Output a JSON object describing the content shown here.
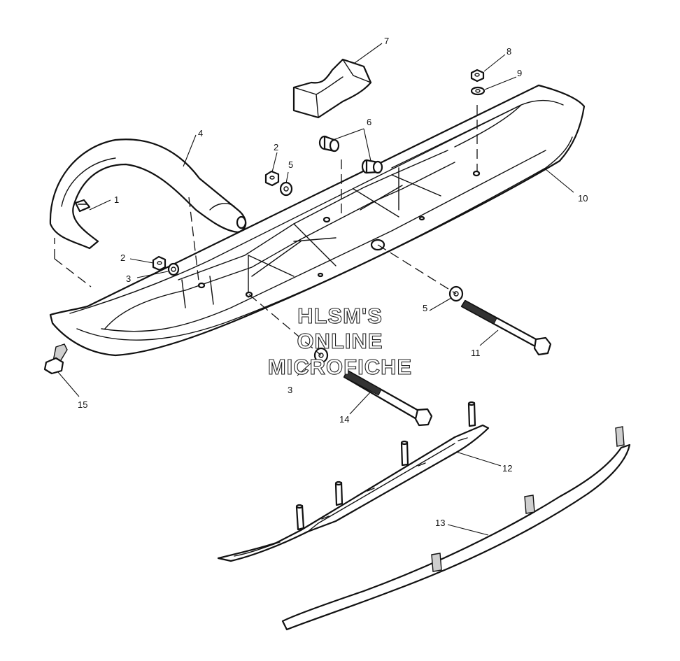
{
  "watermark": {
    "line1": "HLSM'S",
    "line2": "ONLINE",
    "line3": "MICROFICHE"
  },
  "callouts": [
    {
      "id": "c1",
      "label": "1"
    },
    {
      "id": "c2a",
      "label": "2"
    },
    {
      "id": "c2b",
      "label": "2"
    },
    {
      "id": "c3a",
      "label": "3"
    },
    {
      "id": "c3b",
      "label": "3"
    },
    {
      "id": "c4",
      "label": "4"
    },
    {
      "id": "c5a",
      "label": "5"
    },
    {
      "id": "c5b",
      "label": "5"
    },
    {
      "id": "c6",
      "label": "6"
    },
    {
      "id": "c7",
      "label": "7"
    },
    {
      "id": "c8",
      "label": "8"
    },
    {
      "id": "c9",
      "label": "9"
    },
    {
      "id": "c10",
      "label": "10"
    },
    {
      "id": "c11",
      "label": "11"
    },
    {
      "id": "c12",
      "label": "12"
    },
    {
      "id": "c13",
      "label": "13"
    },
    {
      "id": "c14",
      "label": "14"
    },
    {
      "id": "c15",
      "label": "15"
    }
  ],
  "colors": {
    "line": "#111111",
    "background": "#ffffff"
  }
}
